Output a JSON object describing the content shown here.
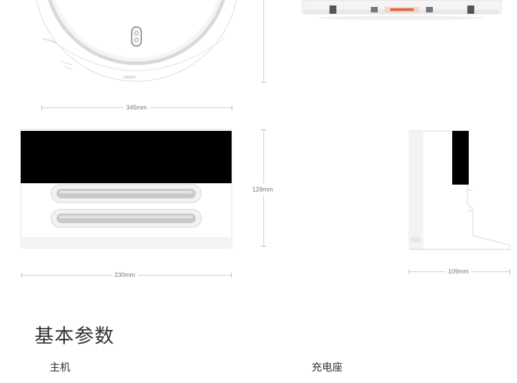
{
  "dimensions": {
    "robot_width": "345mm",
    "dock_width": "230mm",
    "dock_height": "129mm",
    "dock_depth": "109mm"
  },
  "section": {
    "title": "基本参数",
    "col_main": "主机",
    "col_dock": "充电座"
  },
  "colors": {
    "panel": "#000000",
    "body": "#ffffff",
    "grille": "#c9c9c9",
    "dimension_line": "#cfcfcf"
  }
}
